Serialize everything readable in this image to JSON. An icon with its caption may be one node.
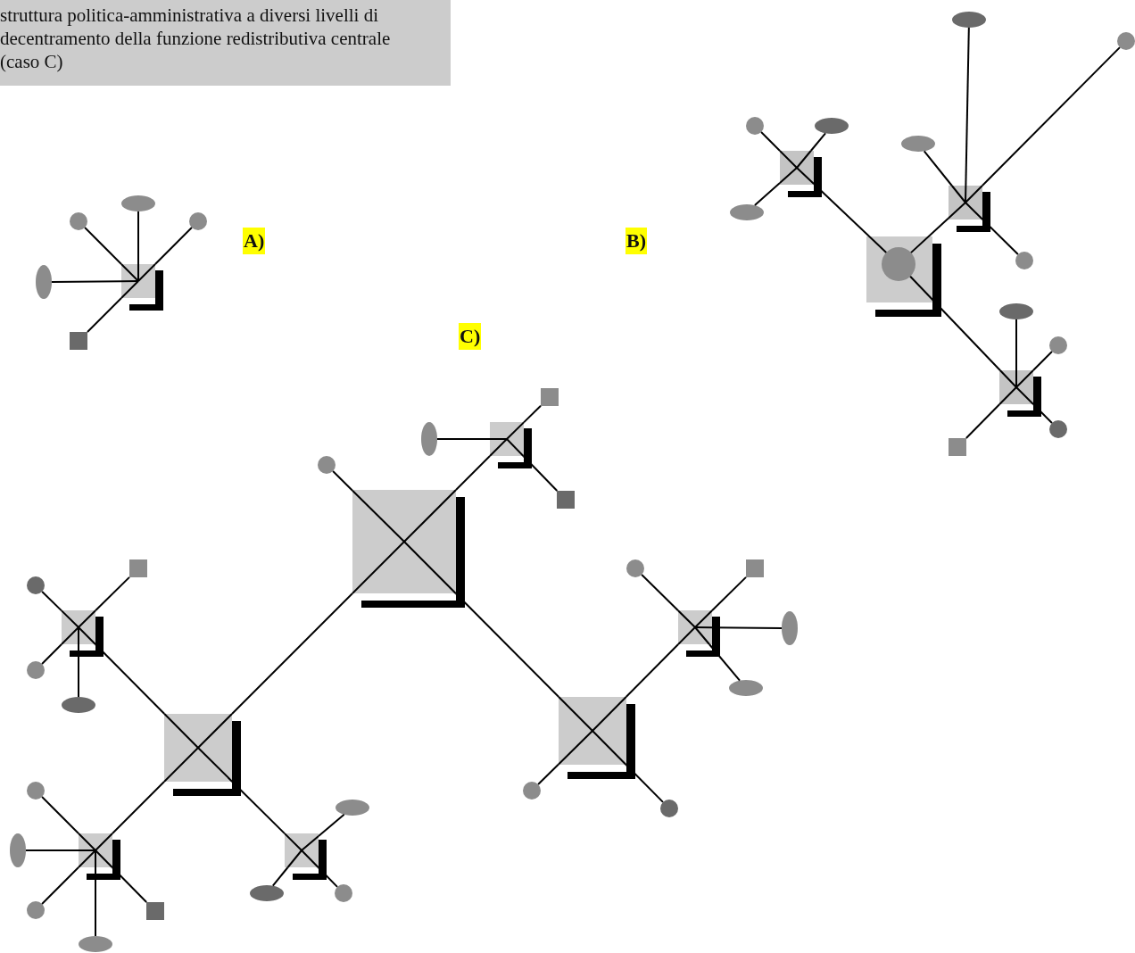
{
  "diagram": {
    "title": "struttura politica-amministrativa a diversi livelli di decentramento della funzione redistributiva centrale (caso C)",
    "nodes": [
      {
        "text": [],
        "shape": "box"
      },
      {
        "text": [],
        "shape": "circle"
      },
      {
        "text": [],
        "shape": "ellipse"
      },
      {
        "text": [],
        "shape": "circle"
      },
      {
        "text": [],
        "shape": "ellipse"
      },
      {
        "text": [],
        "shape": "square"
      },
      {
        "text": [],
        "shape": "box"
      },
      {
        "text": [],
        "shape": "circle",
        "in": 6
      },
      {
        "text": [],
        "shape": "box"
      },
      {
        "text": [],
        "shape": "circle"
      },
      {
        "text": [],
        "shape": "ellipse"
      },
      {
        "text": [],
        "shape": "ellipse"
      },
      {
        "text": [],
        "shape": "box"
      },
      {
        "text": [],
        "shape": "ellipse"
      },
      {
        "text": [],
        "shape": "circle"
      },
      {
        "text": [],
        "shape": "ellipse"
      },
      {
        "text": [],
        "shape": "circle"
      },
      {
        "text": [],
        "shape": "box"
      },
      {
        "text": [],
        "shape": "ellipse"
      },
      {
        "text": [],
        "shape": "circle"
      },
      {
        "text": [],
        "shape": "circle"
      },
      {
        "text": [],
        "shape": "square"
      },
      {
        "text": [],
        "shape": "box"
      },
      {
        "text": [],
        "shape": "circle"
      },
      {
        "text": [],
        "shape": "box"
      },
      {
        "text": [],
        "shape": "square"
      },
      {
        "text": [],
        "shape": "ellipse"
      },
      {
        "text": [],
        "shape": "square"
      },
      {
        "text": [],
        "shape": "box"
      },
      {
        "text": [],
        "shape": "circle"
      },
      {
        "text": [],
        "shape": "circle"
      },
      {
        "text": [],
        "shape": "box"
      },
      {
        "text": [],
        "shape": "circle"
      },
      {
        "text": [],
        "shape": "square"
      },
      {
        "text": [],
        "shape": "ellipse"
      },
      {
        "text": [],
        "shape": "ellipse"
      },
      {
        "text": [],
        "shape": "box"
      },
      {
        "text": [],
        "shape": "box"
      },
      {
        "text": [],
        "shape": "circle"
      },
      {
        "text": [],
        "shape": "square"
      },
      {
        "text": [],
        "shape": "circle"
      },
      {
        "text": [],
        "shape": "ellipse"
      },
      {
        "text": [],
        "shape": "box"
      },
      {
        "text": [],
        "shape": "circle"
      },
      {
        "text": [],
        "shape": "ellipse"
      },
      {
        "text": [],
        "shape": "circle"
      },
      {
        "text": [],
        "shape": "ellipse"
      },
      {
        "text": [],
        "shape": "square"
      },
      {
        "text": [],
        "shape": "box"
      },
      {
        "text": [],
        "shape": "ellipse"
      },
      {
        "text": [],
        "shape": "ellipse"
      },
      {
        "text": [],
        "shape": "circle"
      }
    ],
    "edges": [
      {
        "from": 0,
        "to": 1,
        "arrow": "none"
      },
      {
        "from": 0,
        "to": 2,
        "arrow": "none"
      },
      {
        "from": 0,
        "to": 3,
        "arrow": "none"
      },
      {
        "from": 0,
        "to": 4,
        "arrow": "none"
      },
      {
        "from": 0,
        "to": 5,
        "arrow": "none"
      },
      {
        "from": 8,
        "to": 7,
        "arrow": "none"
      },
      {
        "from": 7,
        "to": 12,
        "arrow": "none"
      },
      {
        "from": 7,
        "to": 17,
        "arrow": "none"
      },
      {
        "from": 8,
        "to": 9,
        "arrow": "none"
      },
      {
        "from": 8,
        "to": 10,
        "arrow": "none"
      },
      {
        "from": 8,
        "to": 11,
        "arrow": "none"
      },
      {
        "from": 12,
        "to": 13,
        "arrow": "none"
      },
      {
        "from": 12,
        "to": 14,
        "arrow": "none"
      },
      {
        "from": 12,
        "to": 15,
        "arrow": "none"
      },
      {
        "from": 12,
        "to": 16,
        "arrow": "none"
      },
      {
        "from": 17,
        "to": 18,
        "arrow": "none"
      },
      {
        "from": 17,
        "to": 19,
        "arrow": "none"
      },
      {
        "from": 17,
        "to": 20,
        "arrow": "none"
      },
      {
        "from": 17,
        "to": 21,
        "arrow": "none"
      },
      {
        "from": 22,
        "to": 23,
        "arrow": "none"
      },
      {
        "from": 22,
        "to": 24,
        "arrow": "none"
      },
      {
        "from": 22,
        "to": 28,
        "arrow": "none"
      },
      {
        "from": 22,
        "to": 36,
        "arrow": "none"
      },
      {
        "from": 24,
        "to": 25,
        "arrow": "none"
      },
      {
        "from": 24,
        "to": 26,
        "arrow": "none"
      },
      {
        "from": 24,
        "to": 27,
        "arrow": "none"
      },
      {
        "from": 28,
        "to": 29,
        "arrow": "none"
      },
      {
        "from": 28,
        "to": 30,
        "arrow": "none"
      },
      {
        "from": 28,
        "to": 31,
        "arrow": "none"
      },
      {
        "from": 31,
        "to": 32,
        "arrow": "none"
      },
      {
        "from": 31,
        "to": 33,
        "arrow": "none"
      },
      {
        "from": 31,
        "to": 34,
        "arrow": "none"
      },
      {
        "from": 31,
        "to": 35,
        "arrow": "none"
      },
      {
        "from": 36,
        "to": 37,
        "arrow": "none"
      },
      {
        "from": 36,
        "to": 42,
        "arrow": "none"
      },
      {
        "from": 36,
        "to": 48,
        "arrow": "none"
      },
      {
        "from": 37,
        "to": 38,
        "arrow": "none"
      },
      {
        "from": 37,
        "to": 39,
        "arrow": "none"
      },
      {
        "from": 37,
        "to": 40,
        "arrow": "none"
      },
      {
        "from": 37,
        "to": 41,
        "arrow": "none"
      },
      {
        "from": 42,
        "to": 43,
        "arrow": "none"
      },
      {
        "from": 42,
        "to": 44,
        "arrow": "none"
      },
      {
        "from": 42,
        "to": 45,
        "arrow": "none"
      },
      {
        "from": 42,
        "to": 46,
        "arrow": "none"
      },
      {
        "from": 42,
        "to": 47,
        "arrow": "none"
      },
      {
        "from": 48,
        "to": 49,
        "arrow": "none"
      },
      {
        "from": 48,
        "to": 50,
        "arrow": "none"
      },
      {
        "from": 48,
        "to": 51,
        "arrow": "none"
      }
    ],
    "labels": [
      "A)",
      "B)",
      "C)"
    ]
  }
}
